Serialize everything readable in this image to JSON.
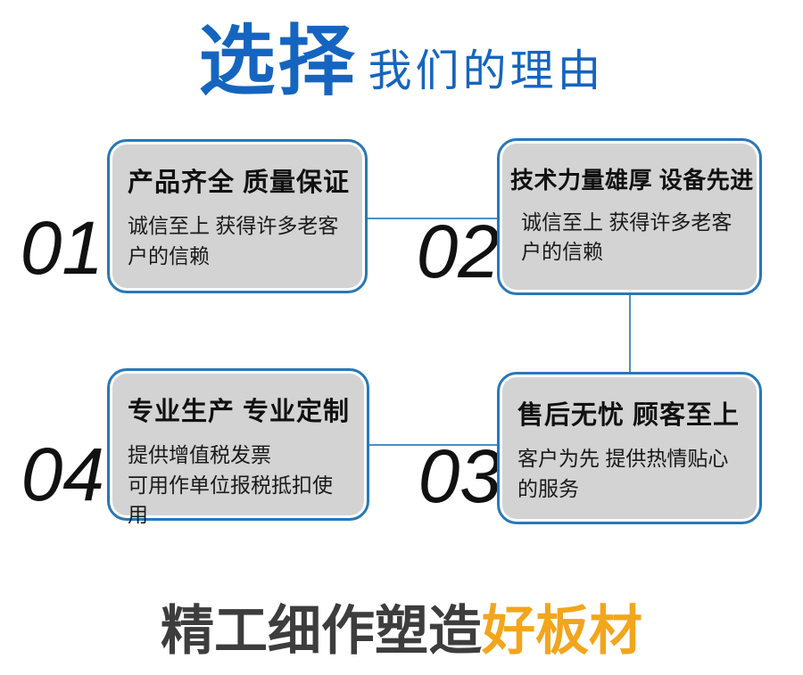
{
  "header": {
    "title_main": "选择",
    "title_sub": "我们的理由"
  },
  "reasons": [
    {
      "number": "01",
      "title": "产品齐全 质量保证",
      "desc": "诚信至上 获得许多老客户的信赖"
    },
    {
      "number": "02",
      "title": "技术力量雄厚 设备先进",
      "desc": "诚信至上 获得许多老客户的信赖"
    },
    {
      "number": "03",
      "title": "售后无忧 顾客至上",
      "desc": "客户为先 提供热情贴心的服务"
    },
    {
      "number": "04",
      "title": "专业生产 专业定制",
      "desc": "提供增值税发票\n可用作单位报税抵扣使用"
    }
  ],
  "footer": {
    "text_main": "精工细作塑造",
    "text_accent": "好板材"
  },
  "colors": {
    "title_blue": "#1565c0",
    "card_border_blue": "#2878b8",
    "card_fill_gray": "#d3d3d3",
    "connector_blue": "#4a90c8",
    "number_black": "#111111",
    "footer_gray": "#3d3d3d",
    "footer_orange": "#f2a51d"
  }
}
